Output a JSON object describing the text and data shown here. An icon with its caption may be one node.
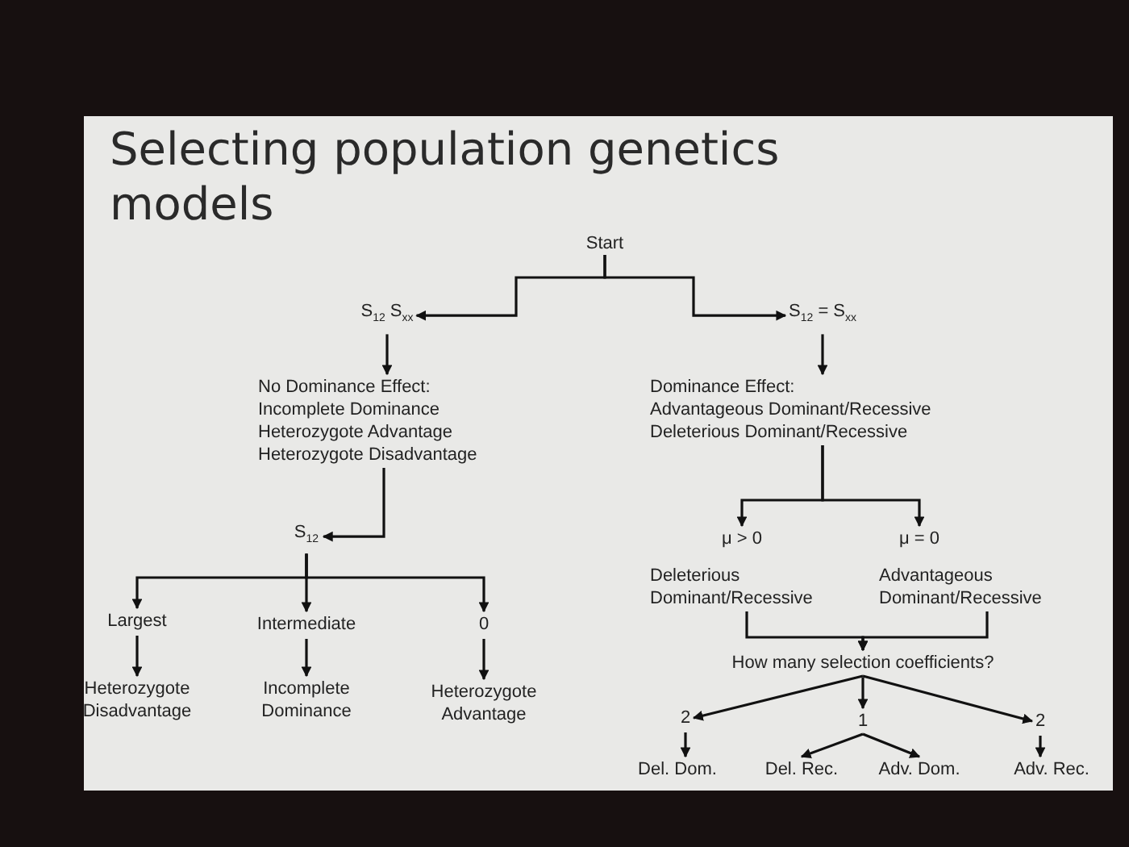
{
  "diagram": {
    "title": "Selecting population genetics models",
    "nodes": [
      {
        "text": [
          "Start"
        ]
      },
      {
        "text": [
          "S$_{12}$ S$_{xx}$"
        ]
      },
      {
        "text": [
          "S$_{12}$ = S$_{xx}$"
        ]
      },
      {
        "text": [
          "No Dominance Effect:",
          "Incomplete Dominance",
          "Heterozygote Advantage",
          "Heterozygote Disadvantage"
        ]
      },
      {
        "text": [
          "Dominance Effect:",
          "Advantageous Dominant/Recessive",
          "Deleterious Dominant/Recessive"
        ]
      },
      {
        "text": [
          "S$_{12}$"
        ]
      },
      {
        "text": [
          "Largest"
        ]
      },
      {
        "text": [
          "Intermediate"
        ]
      },
      {
        "text": [
          "0"
        ]
      },
      {
        "text": [
          "Heterozygote Disadvantage"
        ]
      },
      {
        "text": [
          "Incomplete Dominance"
        ]
      },
      {
        "text": [
          "Heterozygote Advantage"
        ]
      },
      {
        "text": [
          "μ > 0"
        ]
      },
      {
        "text": [
          "μ = 0"
        ]
      },
      {
        "text": [
          "Deleterious Dominant/Recessive"
        ]
      },
      {
        "text": [
          "Advantageous Dominant/Recessive"
        ]
      },
      {
        "text": [
          "How many selection coefficients?"
        ]
      },
      {
        "text": [
          "2"
        ]
      },
      {
        "text": [
          "1"
        ]
      },
      {
        "text": [
          "2"
        ]
      },
      {
        "text": [
          "Del. Dom."
        ]
      },
      {
        "text": [
          "Del. Rec."
        ]
      },
      {
        "text": [
          "Adv. Dom."
        ]
      },
      {
        "text": [
          "Adv. Rec."
        ]
      }
    ],
    "edges": [
      {
        "from": 0,
        "to": 1,
        "arrow": "to"
      },
      {
        "from": 0,
        "to": 2,
        "arrow": "to"
      },
      {
        "from": 1,
        "to": 3,
        "arrow": "to"
      },
      {
        "from": 2,
        "to": 4,
        "arrow": "to"
      },
      {
        "from": 3,
        "to": 5,
        "arrow": "to"
      },
      {
        "from": 5,
        "to": 6,
        "arrow": "to"
      },
      {
        "from": 5,
        "to": 7,
        "arrow": "to"
      },
      {
        "from": 5,
        "to": 8,
        "arrow": "to"
      },
      {
        "from": 6,
        "to": 9,
        "arrow": "to"
      },
      {
        "from": 7,
        "to": 10,
        "arrow": "to"
      },
      {
        "from": 8,
        "to": 11,
        "arrow": "to"
      },
      {
        "from": 4,
        "to": 12,
        "arrow": "to"
      },
      {
        "from": 4,
        "to": 13,
        "arrow": "to"
      },
      {
        "from": 14,
        "to": 16,
        "arrow": "to"
      },
      {
        "from": 15,
        "to": 16,
        "arrow": "to"
      },
      {
        "from": 16,
        "to": 17,
        "arrow": "to"
      },
      {
        "from": 16,
        "to": 18,
        "arrow": "to"
      },
      {
        "from": 16,
        "to": 19,
        "arrow": "to"
      },
      {
        "from": 17,
        "to": 20,
        "arrow": "to"
      },
      {
        "from": 18,
        "to": 21,
        "arrow": "to"
      },
      {
        "from": 18,
        "to": 22,
        "arrow": "to"
      },
      {
        "from": 19,
        "to": 23,
        "arrow": "to"
      }
    ]
  }
}
